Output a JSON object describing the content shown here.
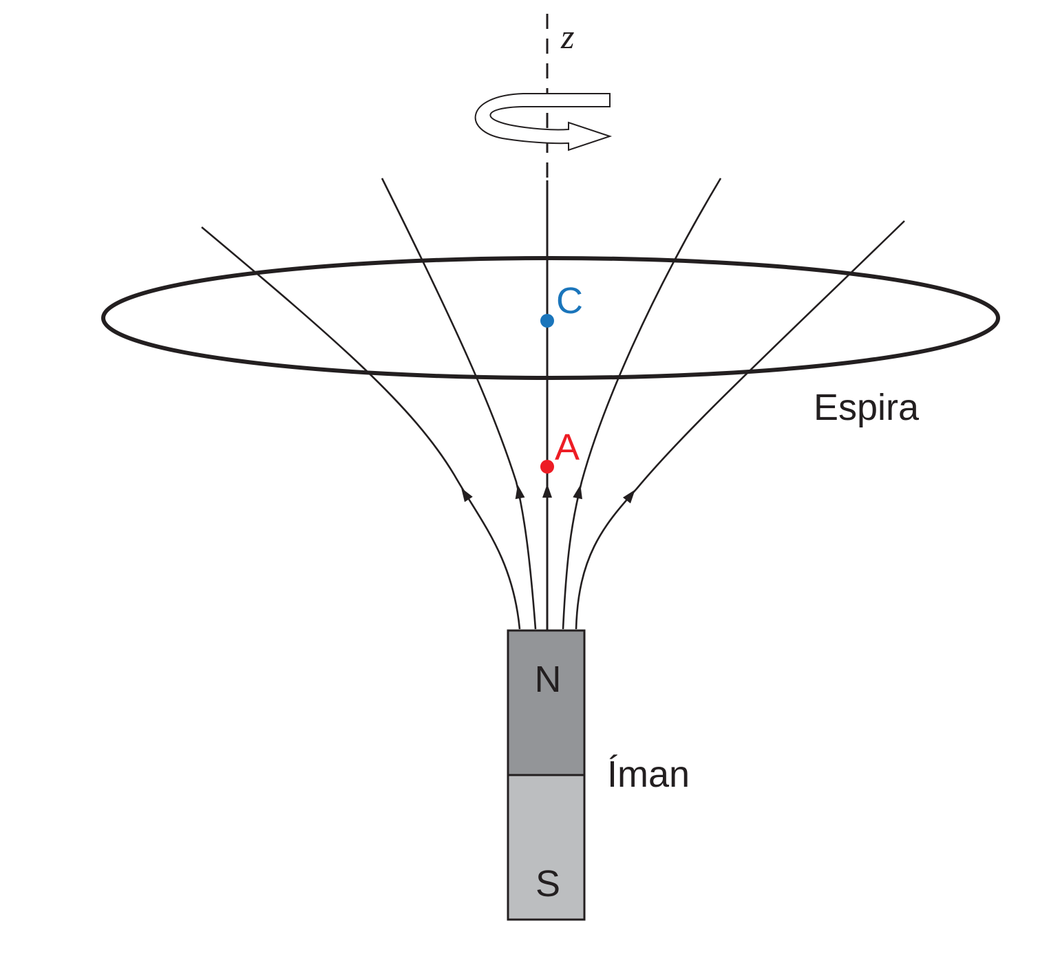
{
  "labels": {
    "axis": "z",
    "point_c": "C",
    "point_a": "A",
    "loop": "Espira",
    "magnet": "Íman",
    "north": "N",
    "south": "S"
  },
  "colors": {
    "ink": "#231f20",
    "point_c": "#1a75bb",
    "point_a": "#ed1c24",
    "north_pole": "#939598",
    "south_pole": "#bcbec0"
  },
  "icons": {
    "rotation": "rotation-arrow-icon",
    "field_arrow": "arrowhead-icon"
  }
}
